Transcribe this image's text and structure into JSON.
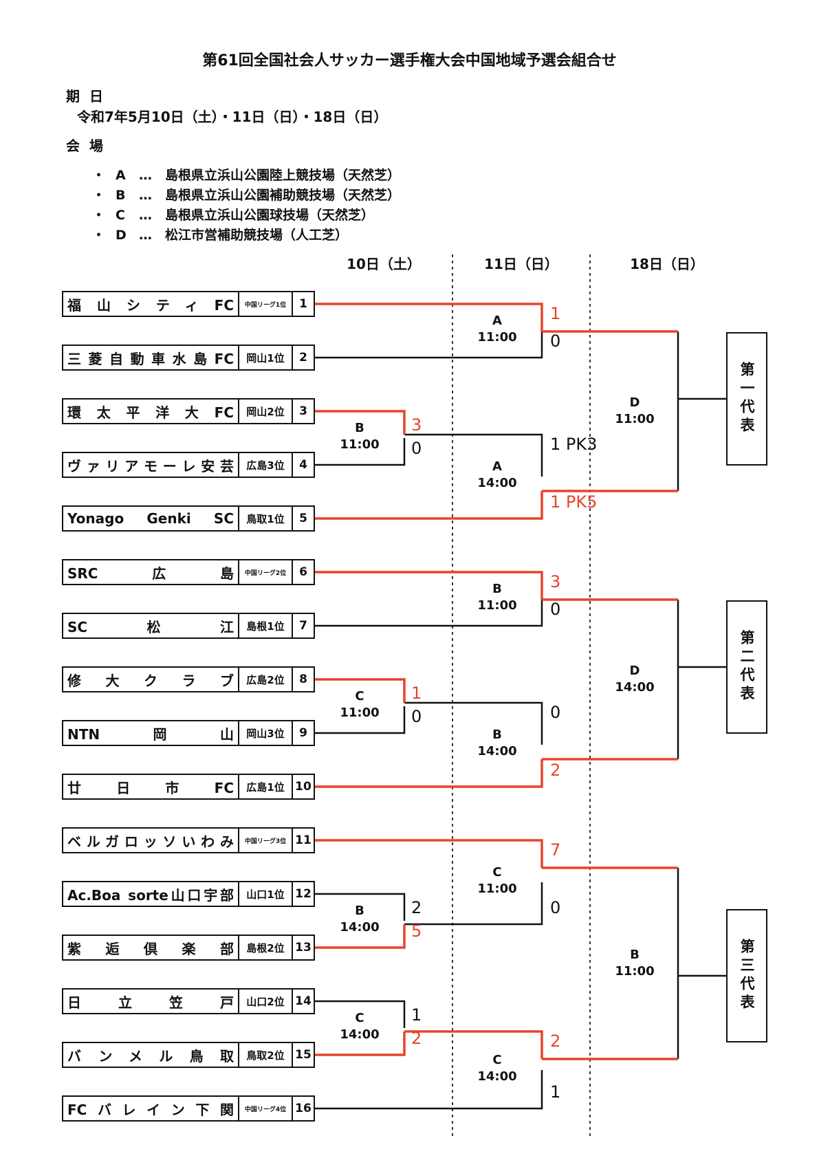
{
  "title": "第61回全国社会人サッカー選手権大会中国地域予選会組合せ",
  "dates": {
    "label": "期日",
    "value": "令和7年5月10日（土）・11日（日）・18日（日）"
  },
  "venues": {
    "label": "会場",
    "items": [
      {
        "bullet": "・",
        "code": "A",
        "sep": "…",
        "name": "島根県立浜山公園陸上競技場（天然芝）"
      },
      {
        "bullet": "・",
        "code": "B",
        "sep": "…",
        "name": "島根県立浜山公園補助競技場（天然芝）"
      },
      {
        "bullet": "・",
        "code": "C",
        "sep": "…",
        "name": "島根県立浜山公園球技場（天然芝）"
      },
      {
        "bullet": "・",
        "code": "D",
        "sep": "…",
        "name": "松江市営補助競技場（人工芝）"
      }
    ]
  },
  "days": [
    "10日（土）",
    "11日（日）",
    "18日（日）"
  ],
  "teams": [
    {
      "name": "福山シティFC",
      "qual": "中国リーグ1位",
      "small": true,
      "seed": "1"
    },
    {
      "name": "三菱自動車水島FC",
      "qual": "岡山1位",
      "small": false,
      "seed": "2"
    },
    {
      "name": "環太平洋大FC",
      "qual": "岡山2位",
      "small": false,
      "seed": "3"
    },
    {
      "name": "ヴァリアモーレ安芸",
      "qual": "広島3位",
      "small": false,
      "seed": "4"
    },
    {
      "name": "Yonago Genki SC",
      "qual": "鳥取1位",
      "small": false,
      "seed": "5"
    },
    {
      "name": "SRC広島",
      "qual": "中国リーグ2位",
      "small": true,
      "seed": "6"
    },
    {
      "name": "SC松江",
      "qual": "島根1位",
      "small": false,
      "seed": "7"
    },
    {
      "name": "修大クラブ",
      "qual": "広島2位",
      "small": false,
      "seed": "8"
    },
    {
      "name": "NTN岡山",
      "qual": "岡山3位",
      "small": false,
      "seed": "9"
    },
    {
      "name": "廿日市FC",
      "qual": "広島1位",
      "small": false,
      "seed": "10"
    },
    {
      "name": "ベルガロッソいわみ",
      "qual": "中国リーグ3位",
      "small": true,
      "seed": "11"
    },
    {
      "name": "Ac.Boa sorte山口宇部",
      "qual": "山口1位",
      "small": false,
      "seed": "12"
    },
    {
      "name": "紫逅倶楽部",
      "qual": "島根2位",
      "small": false,
      "seed": "13"
    },
    {
      "name": "日立笠戸",
      "qual": "山口2位",
      "small": false,
      "seed": "14"
    },
    {
      "name": "バンメル鳥取",
      "qual": "鳥取2位",
      "small": false,
      "seed": "15"
    },
    {
      "name": "FCバレイン下関",
      "qual": "中国リーグ4位",
      "small": true,
      "seed": "16"
    }
  ],
  "matches_day1": [
    {
      "venue": "B",
      "time": "11:00",
      "score_top": "3",
      "score_bottom": "0",
      "winner": "top"
    },
    {
      "venue": "C",
      "time": "11:00",
      "score_top": "1",
      "score_bottom": "0",
      "winner": "top"
    },
    {
      "venue": "B",
      "time": "14:00",
      "score_top": "2",
      "score_bottom": "5",
      "winner": "bottom"
    },
    {
      "venue": "C",
      "time": "14:00",
      "score_top": "1",
      "score_bottom": "2",
      "winner": "bottom"
    }
  ],
  "matches_day2": [
    {
      "venue": "A",
      "time": "11:00",
      "score_top": "1",
      "score_bottom": "0",
      "winner": "top"
    },
    {
      "venue": "A",
      "time": "14:00",
      "score_top": "1 PK3",
      "score_bottom": "1 PK5",
      "winner": "bottom"
    },
    {
      "venue": "B",
      "time": "11:00",
      "score_top": "3",
      "score_bottom": "0",
      "winner": "top"
    },
    {
      "venue": "B",
      "time": "14:00",
      "score_top": "0",
      "score_bottom": "2",
      "winner": "bottom"
    },
    {
      "venue": "C",
      "time": "11:00",
      "score_top": "7",
      "score_bottom": "0",
      "winner": "top"
    },
    {
      "venue": "C",
      "time": "14:00",
      "score_top": "2",
      "score_bottom": "1",
      "winner": "top"
    }
  ],
  "matches_day3": [
    {
      "venue": "D",
      "time": "11:00"
    },
    {
      "venue": "D",
      "time": "14:00"
    },
    {
      "venue": "B",
      "time": "11:00"
    }
  ],
  "representatives": [
    "第一代表",
    "第二代表",
    "第三代表"
  ],
  "colors": {
    "win_line": "#e8432a",
    "line": "#111111"
  }
}
